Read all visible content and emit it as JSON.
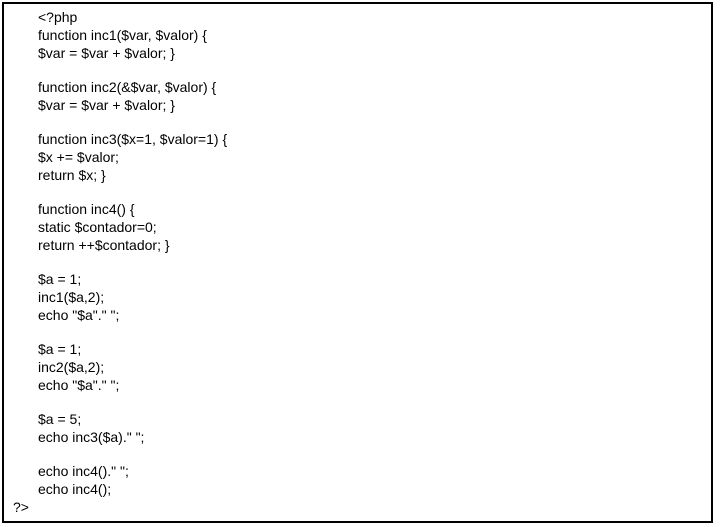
{
  "code_block": {
    "language": "php",
    "text_color": "#000000",
    "border_color": "#000000",
    "background_color": "#ffffff",
    "lines": [
      {
        "t": "<?php",
        "style": "normal"
      },
      {
        "t": "function inc1($var, $valor) {",
        "style": "normal"
      },
      {
        "t": "$var = $var + $valor; }",
        "style": "normal"
      },
      {
        "t": "",
        "style": "blank"
      },
      {
        "t": "function inc2(&$var, $valor) {",
        "style": "normal"
      },
      {
        "t": "$var = $var + $valor; }",
        "style": "normal"
      },
      {
        "t": "",
        "style": "blank"
      },
      {
        "t": "function inc3($x=1, $valor=1) {",
        "style": "normal"
      },
      {
        "t": "$x += $valor;",
        "style": "normal"
      },
      {
        "t": "return $x; }",
        "style": "normal"
      },
      {
        "t": "",
        "style": "blank"
      },
      {
        "t": "function inc4() {",
        "style": "normal"
      },
      {
        "t": "static $contador=0;",
        "style": "normal"
      },
      {
        "t": "return ++$contador; }",
        "style": "normal"
      },
      {
        "t": "",
        "style": "blank"
      },
      {
        "t": "$a = 1;",
        "style": "normal"
      },
      {
        "t": "inc1($a,2);",
        "style": "normal"
      },
      {
        "t": "echo \"$a\".\" \";",
        "style": "normal"
      },
      {
        "t": "",
        "style": "blank"
      },
      {
        "t": "$a = 1;",
        "style": "normal"
      },
      {
        "t": "inc2($a,2);",
        "style": "normal"
      },
      {
        "t": "echo \"$a\".\" \";",
        "style": "normal"
      },
      {
        "t": "",
        "style": "blank"
      },
      {
        "t": "$a = 5;",
        "style": "normal"
      },
      {
        "t": "echo inc3($a).\" \";",
        "style": "normal"
      },
      {
        "t": "",
        "style": "blank"
      },
      {
        "t": "echo inc4().\" \";",
        "style": "normal"
      },
      {
        "t": "echo inc4();",
        "style": "normal"
      },
      {
        "t": "?>",
        "style": "outdent"
      }
    ]
  }
}
